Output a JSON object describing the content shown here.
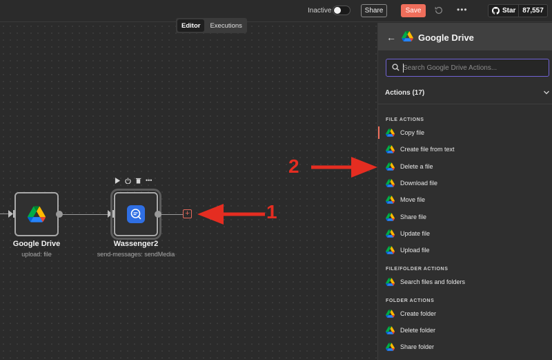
{
  "topbar": {
    "status_label": "Inactive",
    "share_label": "Share",
    "save_label": "Save",
    "more_label": "•••",
    "github_star_label": "Star",
    "github_star_count": "87,557"
  },
  "mode_tabs": [
    {
      "label": "Editor",
      "active": true
    },
    {
      "label": "Executions",
      "active": false
    }
  ],
  "canvas": {
    "nodes": [
      {
        "title": "Google Drive",
        "subtitle": "upload: file",
        "icon": "google-drive-icon"
      },
      {
        "title": "Wassenger2",
        "subtitle": "send-messages: sendMedia",
        "icon": "wassenger-icon"
      }
    ],
    "add_node_symbol": "+",
    "annotations": {
      "one": "1",
      "two": "2"
    }
  },
  "panel": {
    "title": "Google Drive",
    "search_placeholder": "Search Google Drive Actions...",
    "actions_header": "Actions (17)",
    "sections": [
      {
        "label": "FILE ACTIONS",
        "items": [
          "Copy file",
          "Create file from text",
          "Delete a file",
          "Download file",
          "Move file",
          "Share file",
          "Update file",
          "Upload file"
        ]
      },
      {
        "label": "FILE/FOLDER ACTIONS",
        "items": [
          "Search files and folders"
        ]
      },
      {
        "label": "FOLDER ACTIONS",
        "items": [
          "Create folder",
          "Delete folder",
          "Share folder"
        ]
      }
    ]
  },
  "colors": {
    "accent": "#ef6e5b",
    "annotation": "#e52d21",
    "search_border": "#7163d6",
    "wassenger_blue": "#2f6fe4"
  }
}
